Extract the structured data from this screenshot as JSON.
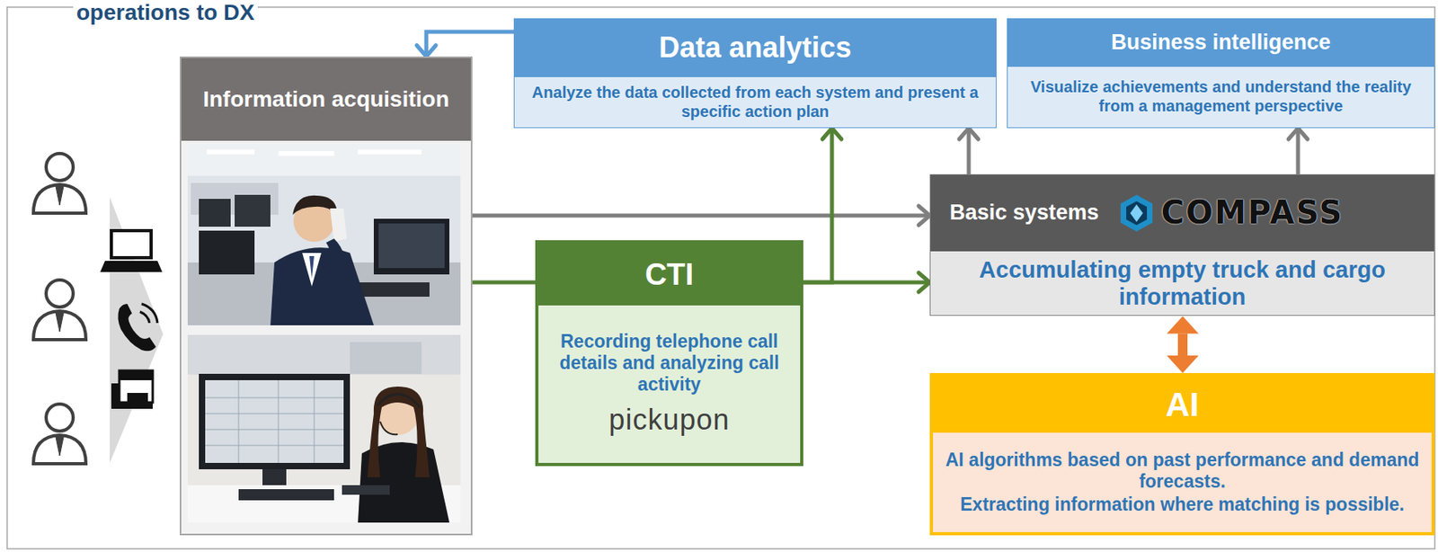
{
  "diagram": {
    "nodes": [
      {
        "text": [
          "Information acquisition"
        ]
      },
      {
        "text": [
          "Data analytics",
          "Analyze the data collected from each system and present a specific action plan"
        ]
      },
      {
        "text": [
          "Business intelligence",
          "Visualize achievements and understand the reality from a management perspective"
        ]
      },
      {
        "text": [
          "CTI",
          "Recording telephone call details and analyzing call activity",
          "pickupon"
        ]
      },
      {
        "text": [
          "Basic systems",
          "COMPASS",
          "Accumulating empty truck and cargo information"
        ]
      },
      {
        "text": [
          "AI",
          "AI algorithms based on past performance and demand forecasts.",
          "Extracting information where matching is possible."
        ]
      }
    ],
    "edges": [
      {
        "from": 1,
        "to": 0,
        "arrow": "to"
      },
      {
        "from": 0,
        "to": 4,
        "arrow": "to"
      },
      {
        "from": 0,
        "to": 3,
        "arrow": "none"
      },
      {
        "from": 3,
        "to": 4,
        "arrow": "to"
      },
      {
        "from": 3,
        "to": 1,
        "arrow": "to"
      },
      {
        "from": 4,
        "to": 1,
        "arrow": "to"
      },
      {
        "from": 4,
        "to": 2,
        "arrow": "to"
      },
      {
        "from": 4,
        "to": 5,
        "arrow": "both"
      }
    ],
    "labels": [
      "operations to DX"
    ]
  }
}
